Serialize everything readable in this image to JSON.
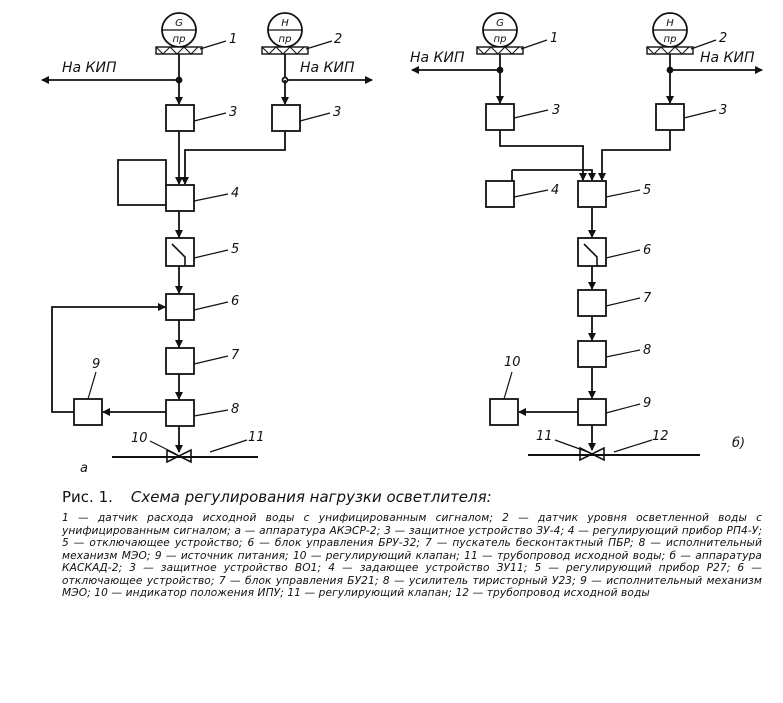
{
  "diagram_a": {
    "label": "а",
    "sensor_1": {
      "top": "G",
      "bottom": "пр",
      "num": "1"
    },
    "sensor_2": {
      "top": "Н",
      "bottom": "пр",
      "num": "2"
    },
    "kip_left": "На КИП",
    "kip_right": "На КИП",
    "block_3_left": "3",
    "block_3_right": "3",
    "block_4": "4",
    "block_5": "5",
    "block_6": "6",
    "block_7": "7",
    "block_8": "8",
    "block_9": "9",
    "valve": "10",
    "pipe": "11"
  },
  "diagram_b": {
    "label": "б)",
    "sensor_1": {
      "top": "G",
      "bottom": "пр",
      "num": "1"
    },
    "sensor_2": {
      "top": "Н",
      "bottom": "пр",
      "num": "2"
    },
    "kip_left": "На КИП",
    "kip_right": "На КИП",
    "block_3_left": "3",
    "block_3_right": "3",
    "block_4": "4",
    "block_5": "5",
    "block_6": "6",
    "block_7": "7",
    "block_8": "8",
    "block_9": "9",
    "block_10": "10",
    "valve": "11",
    "pipe": "12"
  },
  "caption": {
    "fig": "Рис. 1.",
    "title": "Схема регулирования нагрузки осветлителя:",
    "body": "1 — датчик расхода исходной воды с унифицированным сигналом; 2 — датчик уровня осветленной воды с унифицированным сигналом; а — аппаратура АКЭСР-2; 3 — защитное устройство ЗУ-4; 4 — регулирующий прибор РП4-У; 5 — отключающее устройство; 6 — блок управления БРУ-32; 7 — пускатель бесконтактный ПБР; 8 — исполнительный механизм МЭО; 9 — источник питания; 10 — регулирующий клапан; 11 — трубопровод исходной воды; б — аппаратура КАСКАД-2; 3 — защитное устройство ВО1; 4 — задающее устройство ЗУ11; 5 — регулирующий прибор Р27; 6 — отключающее устройство; 7 — блок управления БУ21; 8 — усилитель тиристорный У23; 9 — исполнительный механизм МЭО; 10 — индикатор положения ИПУ; 11 — регулирующий клапан; 12 — трубопровод исходной воды"
  }
}
